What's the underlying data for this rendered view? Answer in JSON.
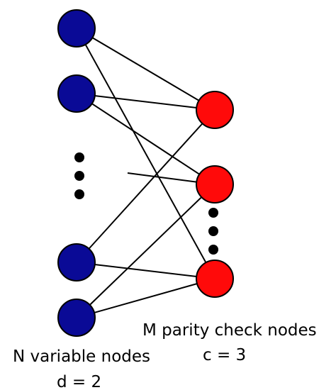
{
  "labels": {
    "variable_nodes": "N variable nodes",
    "variable_degree": "d = 2",
    "check_nodes": "M parity check nodes",
    "check_degree": "c = 3"
  },
  "colors": {
    "variable_node": "#0a0a96",
    "check_node": "#ff0a0a"
  }
}
